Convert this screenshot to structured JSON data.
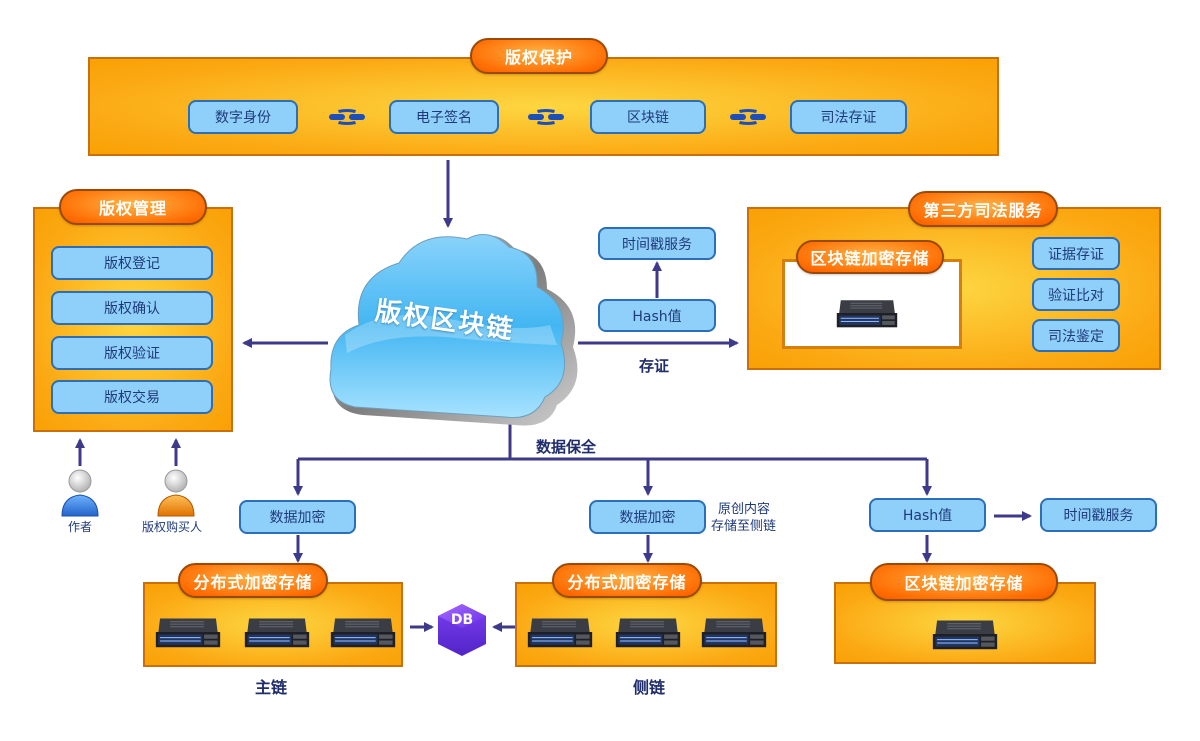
{
  "copyright_protection": {
    "title": "版权保护",
    "items": [
      "数字身份",
      "电子签名",
      "区块链",
      "司法存证"
    ],
    "connector_icon": "chain-link-icon"
  },
  "copyright_management": {
    "title": "版权管理",
    "items": [
      "版权登记",
      "版权确认",
      "版权验证",
      "版权交易"
    ]
  },
  "users": [
    {
      "label": "作者",
      "icon": "user-blue-icon",
      "color": "#3b7fd9"
    },
    {
      "label": "版权购买人",
      "icon": "user-orange-icon",
      "color": "#f08a10"
    }
  ],
  "cloud": {
    "title": "版权区块链",
    "icon": "cloud-icon"
  },
  "evidence_flow": {
    "timestamp_service": "时间戳服务",
    "hash_value": "Hash值",
    "arrow_label": "存证"
  },
  "third_party_judicial": {
    "title": "第三方司法服务",
    "storage_title": "区块链加密存储",
    "server_icon": "server-icon",
    "items": [
      "证据存证",
      "验证比对",
      "司法鉴定"
    ]
  },
  "data_preservation": {
    "label": "数据保全"
  },
  "main_chain": {
    "process_label": "数据加密",
    "storage_title": "分布式加密存储",
    "server_count": 3,
    "caption": "主链"
  },
  "side_chain": {
    "process_label": "数据加密",
    "note_line1": "原创内容",
    "note_line2": "存储至侧链",
    "storage_title": "分布式加密存储",
    "server_count": 3,
    "caption": "侧链"
  },
  "hash_chain": {
    "hash_value": "Hash值",
    "timestamp_service": "时间戳服务",
    "storage_title": "区块链加密存储",
    "server_count": 1
  },
  "database": {
    "label": "DB",
    "icon": "database-icon"
  },
  "colors": {
    "panel_orange": "#fbb01a",
    "pill_orange": "#ff7a10",
    "box_blue": "#8fd0fb",
    "arrow_navy": "#3d3a8a",
    "text_navy": "#1f2d6b",
    "db_purple": "#7a3ff0"
  }
}
